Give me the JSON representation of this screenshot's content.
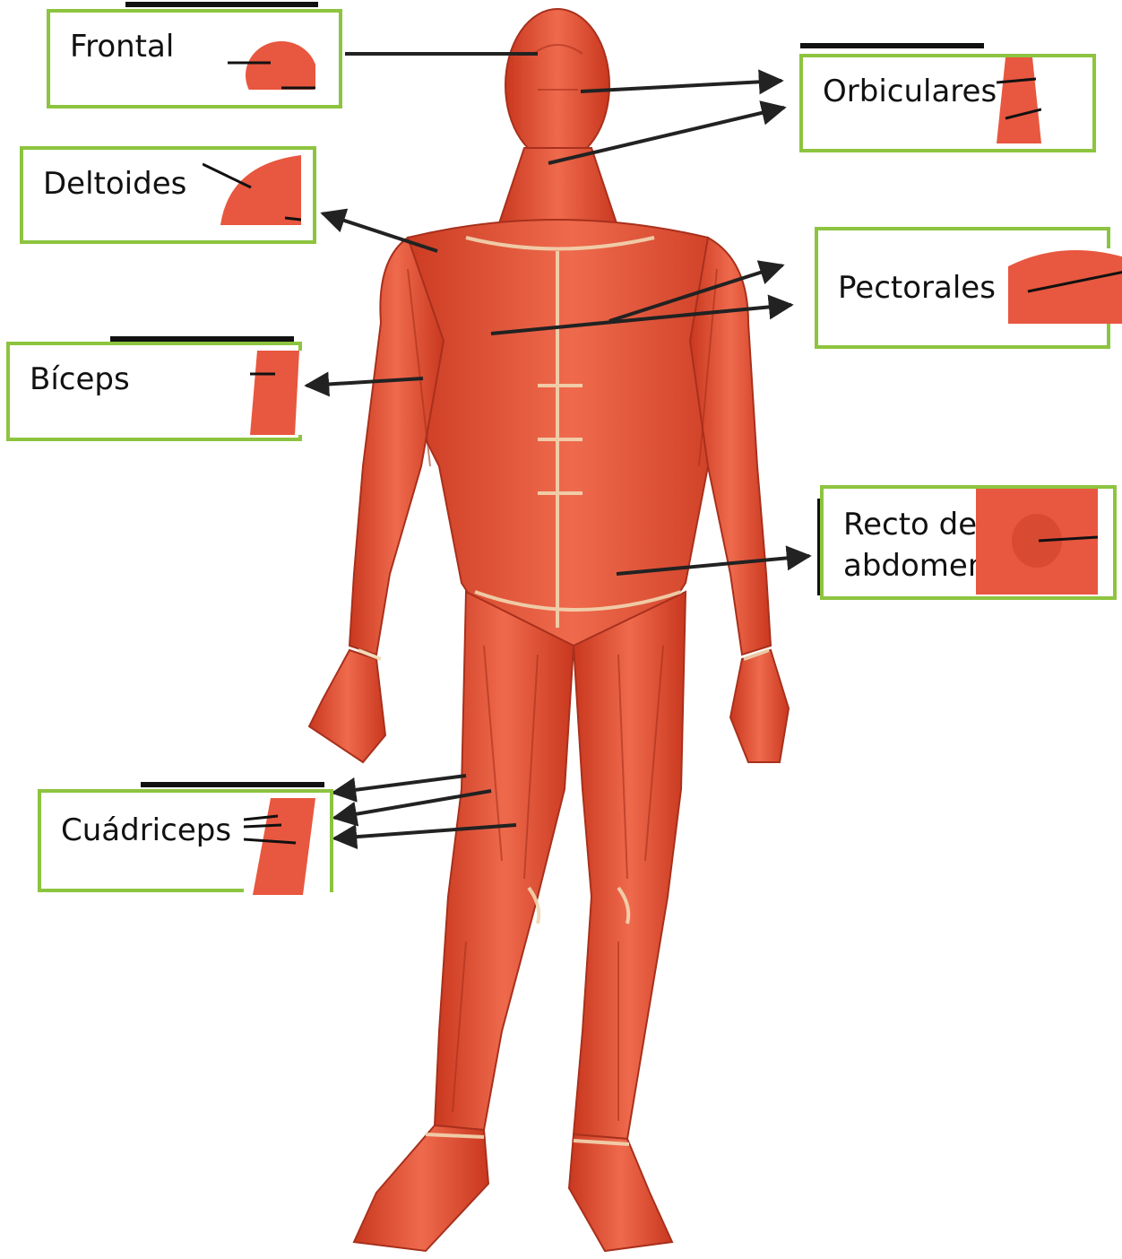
{
  "colors": {
    "box_border": "#8dc43f",
    "muscle": "#e8573f",
    "muscle_dark": "#b8321f",
    "tendon": "#f1d7b2",
    "arrow": "#222222"
  },
  "labels": {
    "frontal": "Frontal",
    "orbiculares": "Orbiculares",
    "deltoides": "Deltoides",
    "pectorales": "Pectorales",
    "biceps": "Bíceps",
    "recto_line1": "Recto de",
    "recto_line2": "abdomen",
    "cuadriceps": "Cuádriceps"
  }
}
